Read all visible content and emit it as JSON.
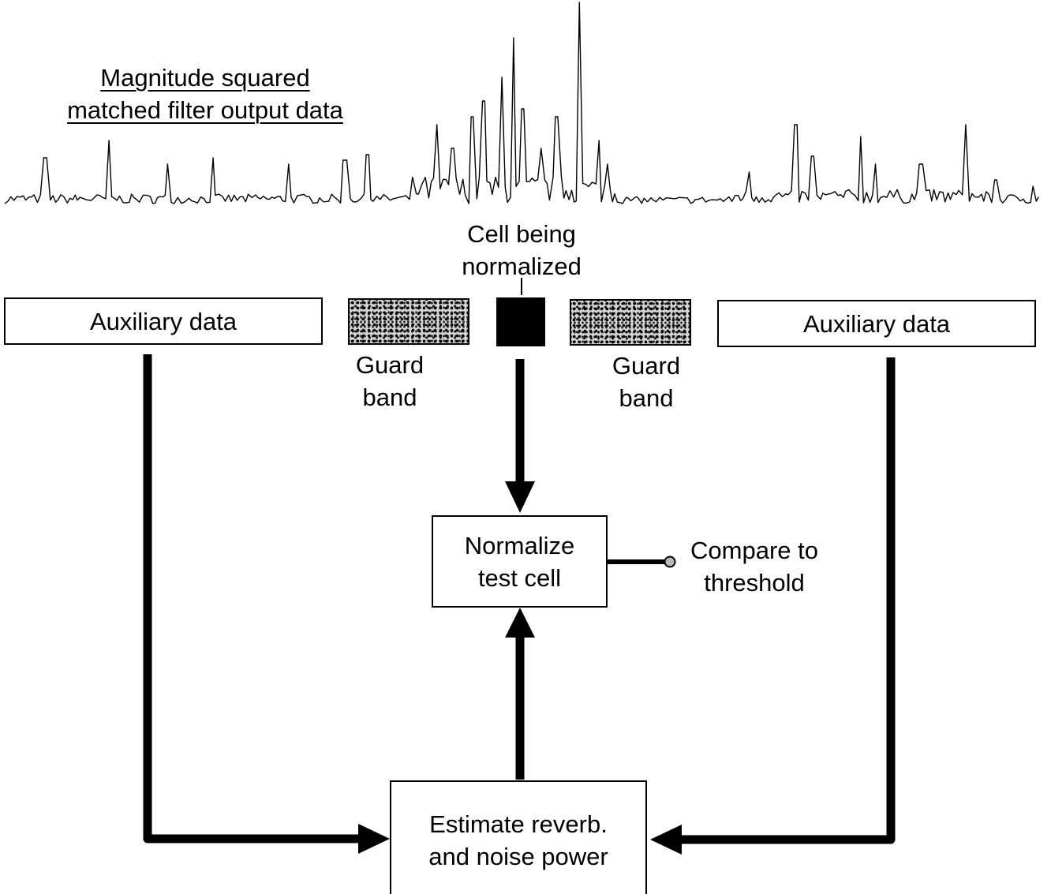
{
  "title": {
    "line1": "Magnitude squared",
    "line2": "matched filter output data"
  },
  "cell_label": {
    "line1": "Cell being",
    "line2": "normalized"
  },
  "aux_left": "Auxiliary data",
  "aux_right": "Auxiliary data",
  "guard_left": {
    "line1": "Guard",
    "line2": "band"
  },
  "guard_right": {
    "line1": "Guard",
    "line2": "band"
  },
  "normalize_box": {
    "line1": "Normalize",
    "line2": "test cell"
  },
  "compare": {
    "line1": "Compare to",
    "line2": "threshold"
  },
  "estimate_box": {
    "line1": "Estimate reverb.",
    "line2": "and noise power"
  }
}
